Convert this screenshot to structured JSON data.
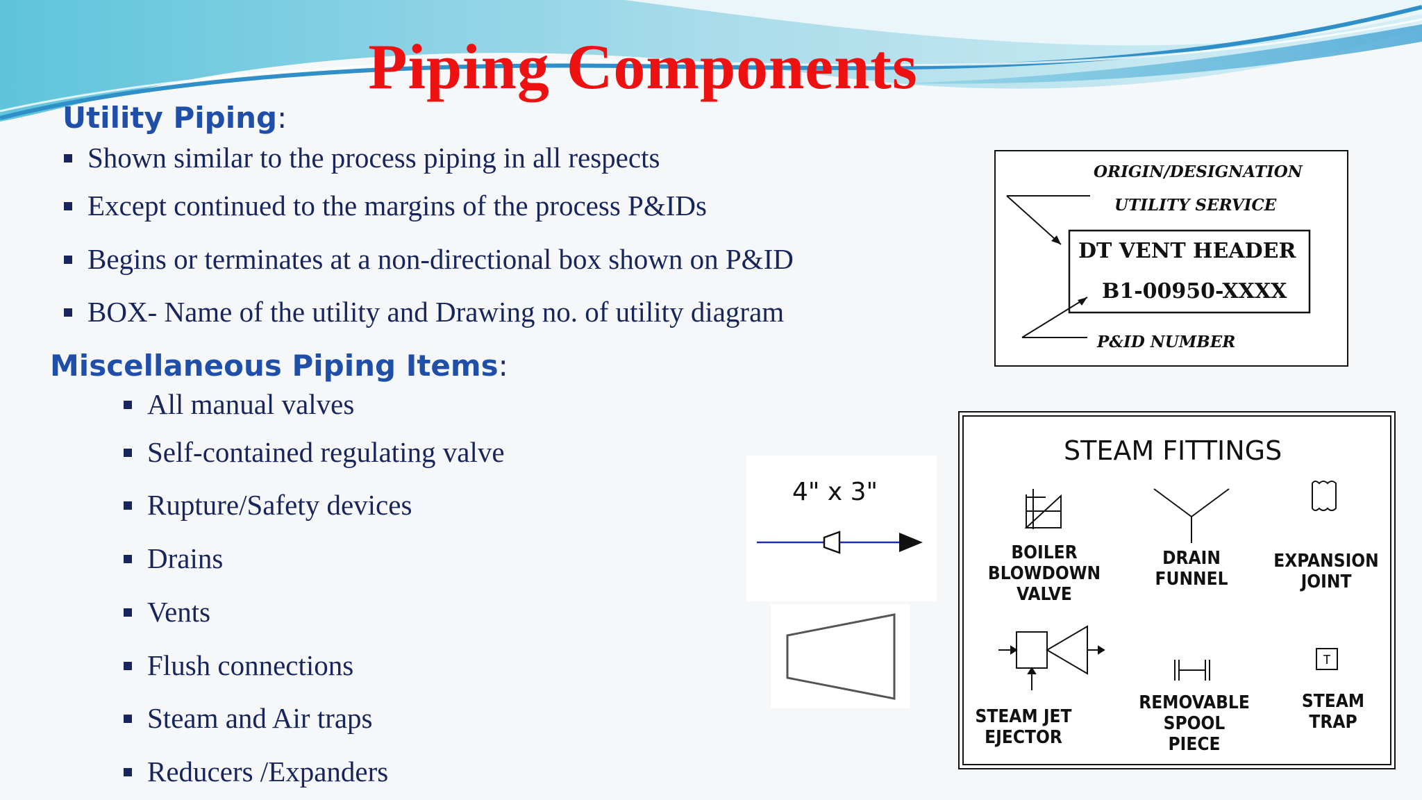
{
  "slide": {
    "title": "Piping Components",
    "utility_section": {
      "heading": "Utility Piping",
      "colon": ":",
      "bullets": [
        "Shown similar  to the process piping in all respects",
        "Except continued to the margins of the process P&IDs",
        "Begins or terminates at a non-directional box shown on P&ID",
        "BOX- Name of the utility and  Drawing no. of utility diagram"
      ]
    },
    "misc_section": {
      "heading": "Miscellaneous Piping Items",
      "colon": ":",
      "bullets": [
        "All manual valves",
        "Self-contained regulating valve",
        "Rupture/Safety devices",
        "Drains",
        "Vents",
        "Flush connections",
        "Steam and Air traps",
        "Reducers /Expanders"
      ]
    },
    "utility_box_diagram": {
      "origin_label": "ORIGIN/DESIGNATION",
      "service_label": "UTILITY SERVICE",
      "box_line1": "DT VENT HEADER",
      "box_line2": "B1-00950-XXXX",
      "pid_label": "P&ID NUMBER"
    },
    "reducer_diagram": {
      "size_label": "4\" x 3\""
    },
    "steam_fittings": {
      "title": "STEAM  FITTINGS",
      "items": [
        {
          "lines": [
            "BOILER",
            "BLOWDOWN",
            "VALVE"
          ]
        },
        {
          "lines": [
            "DRAIN",
            "FUNNEL"
          ]
        },
        {
          "lines": [
            "EXPANSION",
            "JOINT"
          ]
        },
        {
          "lines": [
            "STEAM  JET",
            "EJECTOR"
          ]
        },
        {
          "lines": [
            "REMOVABLE",
            "SPOOL",
            "PIECE"
          ]
        },
        {
          "lines": [
            "STEAM",
            "TRAP"
          ]
        }
      ],
      "trap_symbol_letter": "T"
    },
    "colors": {
      "title": "#ee1111",
      "heading": "#1f4fa8",
      "body_text": "#17255c",
      "pipe_line": "#1f2fa0"
    }
  }
}
